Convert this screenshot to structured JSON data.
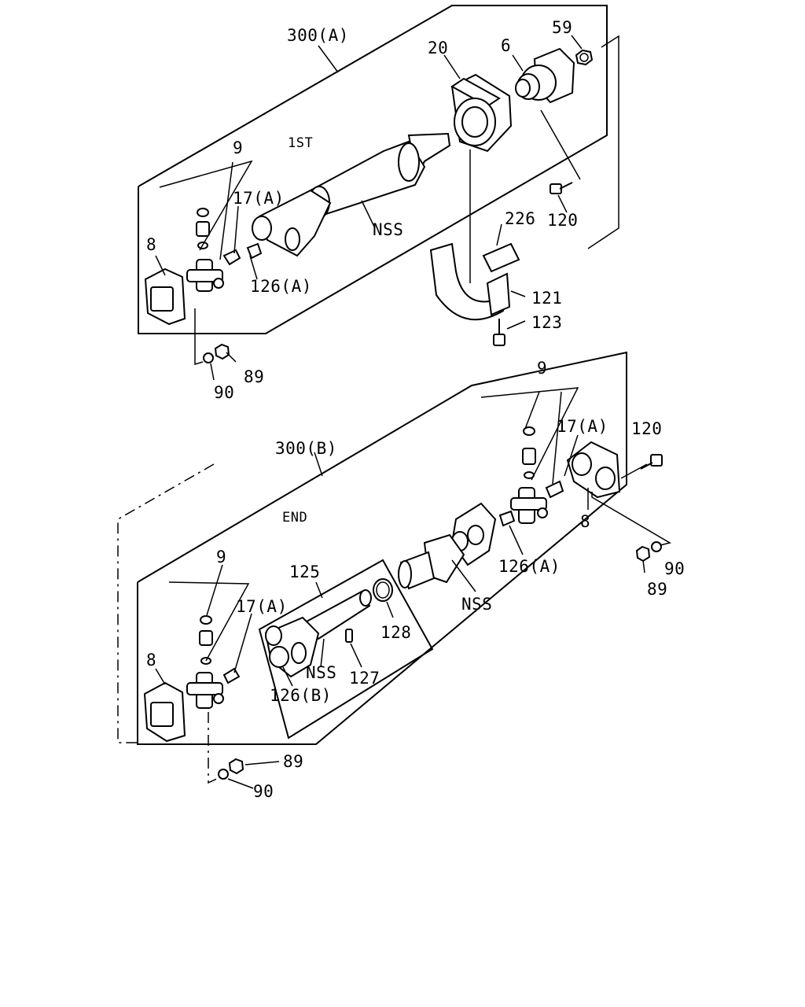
{
  "labels": {
    "l_300a": "300(A)",
    "l_20": "20",
    "l_6": "6",
    "l_59": "59",
    "l_1st": "1ST",
    "l_9_top": "9",
    "l_17a_top": "17(A)",
    "l_8_top": "8",
    "l_126a_top": "126(A)",
    "l_nss_top": "NSS",
    "l_226": "226",
    "l_120_top": "120",
    "l_121": "121",
    "l_123": "123",
    "l_89_top": "89",
    "l_90_top": "90",
    "l_9_mid": "9",
    "l_17a_mid": "17(A)",
    "l_120_mid": "120",
    "l_300b": "300(B)",
    "l_end": "END",
    "l_8_right": "8",
    "l_126a_mid": "126(A)",
    "l_90_right": "90",
    "l_89_right": "89",
    "l_nss_mid": "NSS",
    "l_9_bot": "9",
    "l_125": "125",
    "l_17a_bot": "17(A)",
    "l_128": "128",
    "l_8_bot": "8",
    "l_nss_bot": "NSS",
    "l_127": "127",
    "l_126b": "126(B)",
    "l_89_bot": "89",
    "l_90_bot": "90"
  }
}
